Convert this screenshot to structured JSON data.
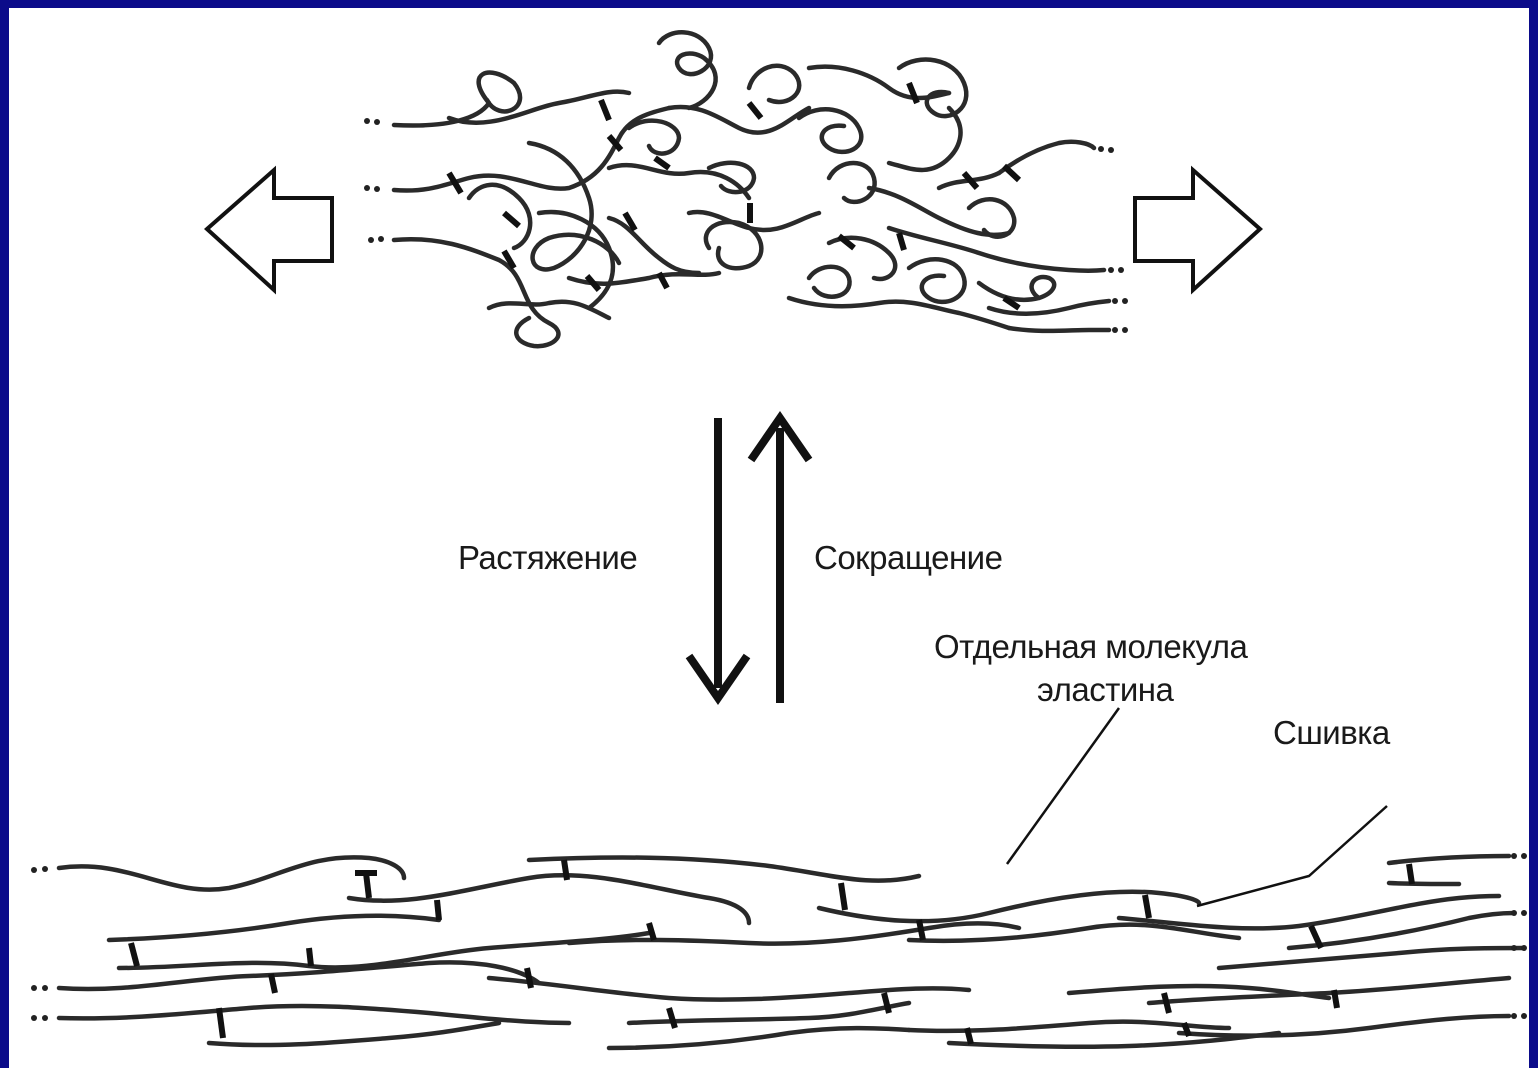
{
  "labels": {
    "stretch": "Растяжение",
    "contraction": "Сокращение",
    "molecule_line1": "Отдельная молекула",
    "molecule_line2": "эластина",
    "crosslink": "Сшивка"
  },
  "colors": {
    "frame": "#0b0b8a",
    "background": "#ffffff",
    "ink": "#1a1a1a"
  }
}
